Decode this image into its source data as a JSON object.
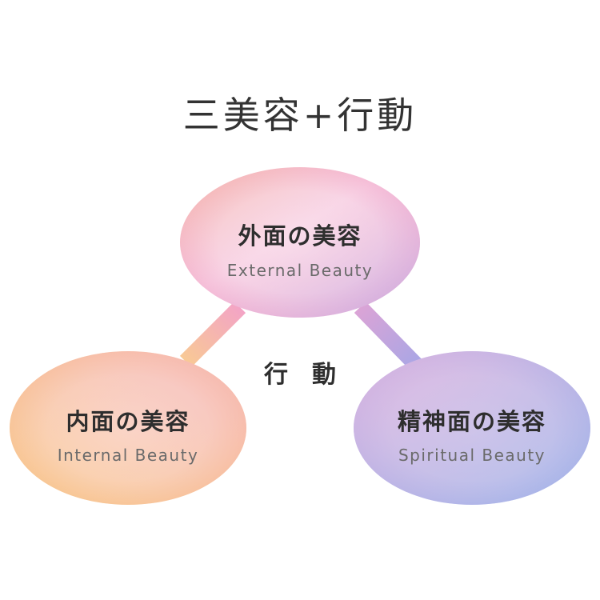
{
  "title": "三美容+行動",
  "center": {
    "label": "行　動"
  },
  "nodes": {
    "external": {
      "title": "外面の美容",
      "subtitle": "External Beauty"
    },
    "internal": {
      "title": "内面の美容",
      "subtitle": "Internal Beauty"
    },
    "spiritual": {
      "title": "精神面の美容",
      "subtitle": "Spiritual Beauty"
    }
  },
  "colors": {
    "pink": "#f3a6cf",
    "orange": "#f7c27d",
    "violet": "#a9a5e6",
    "blue": "#8fa9e4"
  }
}
